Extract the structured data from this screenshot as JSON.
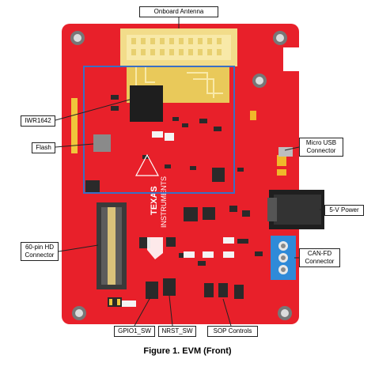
{
  "figure": {
    "caption": "Figure 1. EVM (Front)",
    "board_color": "#e8202a",
    "outline_color": "#3a6fc4"
  },
  "callouts": {
    "onboard_antenna": "Onboard Antenna",
    "iwr1642": "IWR1642",
    "flash": "Flash",
    "micro_usb_line1": "Micro USB",
    "micro_usb_line2": "Connector",
    "power_5v": "5-V Power",
    "hd_line1": "60-pin HD",
    "hd_line2": "Connector",
    "canfd_line1": "CAN-FD",
    "canfd_line2": "Connector",
    "gpio1_sw": "GPIO1_SW",
    "nrst_sw": "NRST_SW",
    "sop_controls": "SOP Controls"
  },
  "silkscreen": {
    "brand_line1": "TEXAS",
    "brand_line2": "INSTRUMENTS"
  }
}
